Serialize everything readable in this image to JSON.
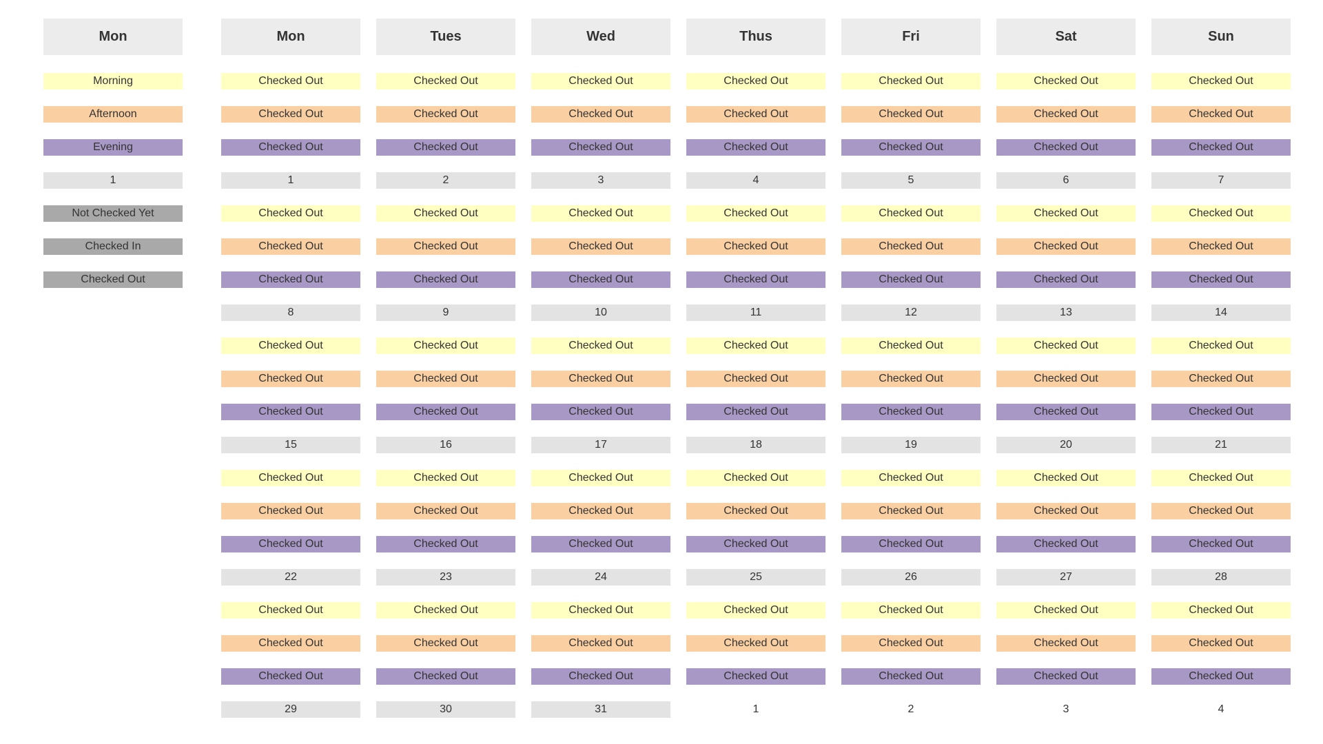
{
  "legend": {
    "header": "Mon",
    "slots": [
      "Morning",
      "Afternoon",
      "Evening"
    ],
    "date": "1",
    "statuses": [
      "Not Checked Yet",
      "Checked In",
      "Checked Out"
    ]
  },
  "colors": {
    "morning": "#ffffc2",
    "afternoon": "#facfa2",
    "evening": "#a898c6",
    "date": "#e3e3e3",
    "status": "#a9a9a9",
    "header": "#ececec"
  },
  "calendar": {
    "days": [
      "Mon",
      "Tues",
      "Wed",
      "Thus",
      "Fri",
      "Sat",
      "Sun"
    ],
    "slot_order": [
      "morning",
      "afternoon",
      "evening"
    ],
    "weeks": [
      {
        "slots": {
          "morning": [
            "Checked Out",
            "Checked Out",
            "Checked Out",
            "Checked Out",
            "Checked Out",
            "Checked Out",
            "Checked Out"
          ],
          "afternoon": [
            "Checked Out",
            "Checked Out",
            "Checked Out",
            "Checked Out",
            "Checked Out",
            "Checked Out",
            "Checked Out"
          ],
          "evening": [
            "Checked Out",
            "Checked Out",
            "Checked Out",
            "Checked Out",
            "Checked Out",
            "Checked Out",
            "Checked Out"
          ]
        },
        "dates": [
          "1",
          "2",
          "3",
          "4",
          "5",
          "6",
          "7"
        ],
        "current_month": [
          true,
          true,
          true,
          true,
          true,
          true,
          true
        ]
      },
      {
        "slots": {
          "morning": [
            "Checked Out",
            "Checked Out",
            "Checked Out",
            "Checked Out",
            "Checked Out",
            "Checked Out",
            "Checked Out"
          ],
          "afternoon": [
            "Checked Out",
            "Checked Out",
            "Checked Out",
            "Checked Out",
            "Checked Out",
            "Checked Out",
            "Checked Out"
          ],
          "evening": [
            "Checked Out",
            "Checked Out",
            "Checked Out",
            "Checked Out",
            "Checked Out",
            "Checked Out",
            "Checked Out"
          ]
        },
        "dates": [
          "8",
          "9",
          "10",
          "11",
          "12",
          "13",
          "14"
        ],
        "current_month": [
          true,
          true,
          true,
          true,
          true,
          true,
          true
        ]
      },
      {
        "slots": {
          "morning": [
            "Checked Out",
            "Checked Out",
            "Checked Out",
            "Checked Out",
            "Checked Out",
            "Checked Out",
            "Checked Out"
          ],
          "afternoon": [
            "Checked Out",
            "Checked Out",
            "Checked Out",
            "Checked Out",
            "Checked Out",
            "Checked Out",
            "Checked Out"
          ],
          "evening": [
            "Checked Out",
            "Checked Out",
            "Checked Out",
            "Checked Out",
            "Checked Out",
            "Checked Out",
            "Checked Out"
          ]
        },
        "dates": [
          "15",
          "16",
          "17",
          "18",
          "19",
          "20",
          "21"
        ],
        "current_month": [
          true,
          true,
          true,
          true,
          true,
          true,
          true
        ]
      },
      {
        "slots": {
          "morning": [
            "Checked Out",
            "Checked Out",
            "Checked Out",
            "Checked Out",
            "Checked Out",
            "Checked Out",
            "Checked Out"
          ],
          "afternoon": [
            "Checked Out",
            "Checked Out",
            "Checked Out",
            "Checked Out",
            "Checked Out",
            "Checked Out",
            "Checked Out"
          ],
          "evening": [
            "Checked Out",
            "Checked Out",
            "Checked Out",
            "Checked Out",
            "Checked Out",
            "Checked Out",
            "Checked Out"
          ]
        },
        "dates": [
          "22",
          "23",
          "24",
          "25",
          "26",
          "27",
          "28"
        ],
        "current_month": [
          true,
          true,
          true,
          true,
          true,
          true,
          true
        ]
      },
      {
        "slots": {
          "morning": [
            "Checked Out",
            "Checked Out",
            "Checked Out",
            "Checked Out",
            "Checked Out",
            "Checked Out",
            "Checked Out"
          ],
          "afternoon": [
            "Checked Out",
            "Checked Out",
            "Checked Out",
            "Checked Out",
            "Checked Out",
            "Checked Out",
            "Checked Out"
          ],
          "evening": [
            "Checked Out",
            "Checked Out",
            "Checked Out",
            "Checked Out",
            "Checked Out",
            "Checked Out",
            "Checked Out"
          ]
        },
        "dates": [
          "29",
          "30",
          "31",
          "1",
          "2",
          "3",
          "4"
        ],
        "current_month": [
          true,
          true,
          true,
          false,
          false,
          false,
          false
        ]
      }
    ]
  }
}
